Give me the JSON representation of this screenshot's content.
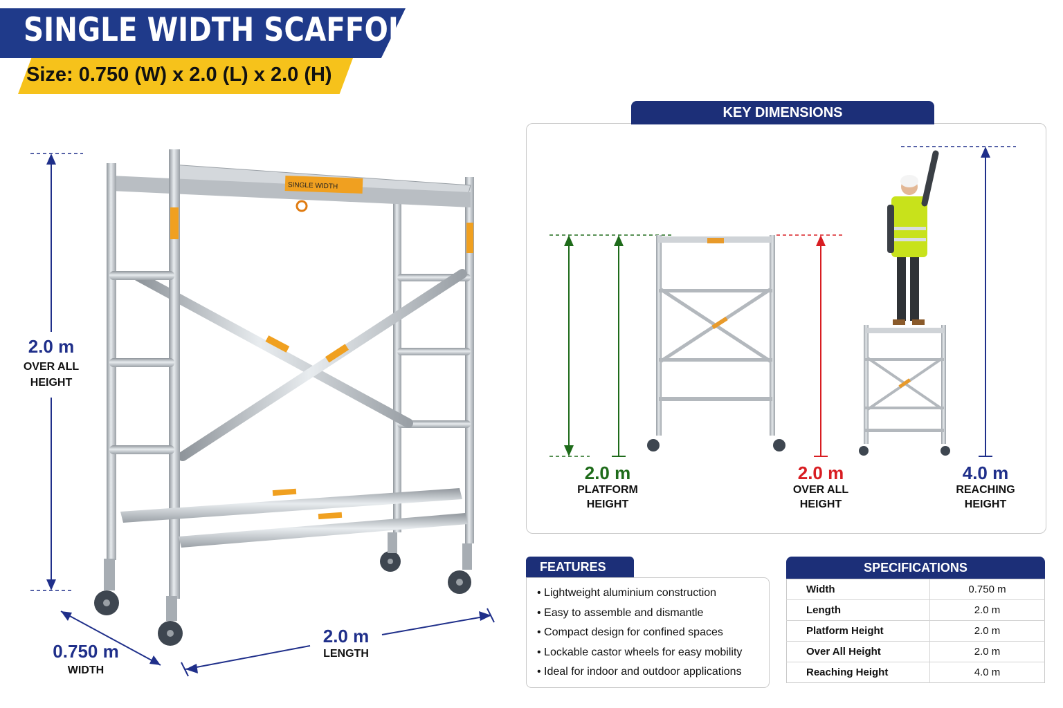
{
  "header": {
    "title": "SINGLE WIDTH SCAFFOLD",
    "size": "Size: 0.750 (W) x 2.0 (L) x 2.0 (H)"
  },
  "main_diagram": {
    "height_value": "2.0 m",
    "height_label_1": "OVER ALL",
    "height_label_2": "HEIGHT",
    "width_value": "0.750 m",
    "width_label": "WIDTH",
    "length_value": "2.0 m",
    "length_label": "LENGTH",
    "platform_sticker": "SINGLE WIDTH"
  },
  "key_dimensions": {
    "title": "KEY DIMENSIONS",
    "platform": {
      "value": "2.0 m",
      "label_1": "PLATFORM",
      "label_2": "HEIGHT"
    },
    "overall": {
      "value": "2.0 m",
      "label_1": "OVER ALL",
      "label_2": "HEIGHT"
    },
    "reaching": {
      "value": "4.0 m",
      "label_1": "REACHING",
      "label_2": "HEIGHT"
    }
  },
  "features": {
    "title": "FEATURES",
    "items": [
      "• Lightweight aluminium construction",
      "• Easy to assemble and dismantle",
      "• Compact design for confined spaces",
      "• Lockable castor wheels for easy mobility",
      "• Ideal for indoor and outdoor applications"
    ]
  },
  "specifications": {
    "title": "SPECIFICATIONS",
    "rows": [
      {
        "key": "Width",
        "value": "0.750 m"
      },
      {
        "key": "Length",
        "value": "2.0 m"
      },
      {
        "key": "Platform Height",
        "value": "2.0 m"
      },
      {
        "key": "Over All Height",
        "value": "2.0 m"
      },
      {
        "key": "Reaching Height",
        "value": "4.0 m"
      }
    ]
  },
  "colors": {
    "navy": "#1f3a8a",
    "yellow": "#f6c21b",
    "green": "#1e6b1a",
    "red": "#d81d22",
    "orange_sticker": "#f0a020"
  }
}
